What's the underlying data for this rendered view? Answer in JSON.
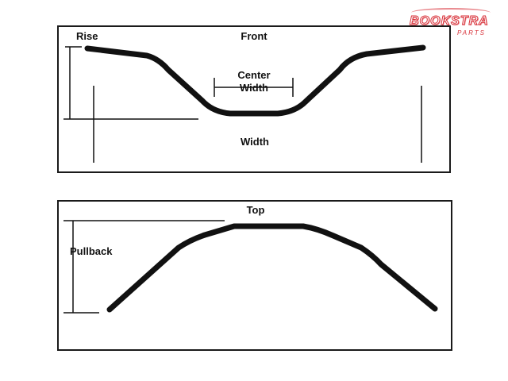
{
  "logo": {
    "brand": "BOOKSTRA",
    "sub": "PARTS",
    "color": "#d8323a"
  },
  "front_view": {
    "title": "Front",
    "rise_label": "Rise",
    "center_width_label_line1": "Center",
    "center_width_label_line2": "Width",
    "width_label": "Width"
  },
  "top_view": {
    "title": "Top",
    "pullback_label": "Pullback"
  },
  "colors": {
    "stroke": "#111111",
    "border": "#1a1a1a"
  }
}
